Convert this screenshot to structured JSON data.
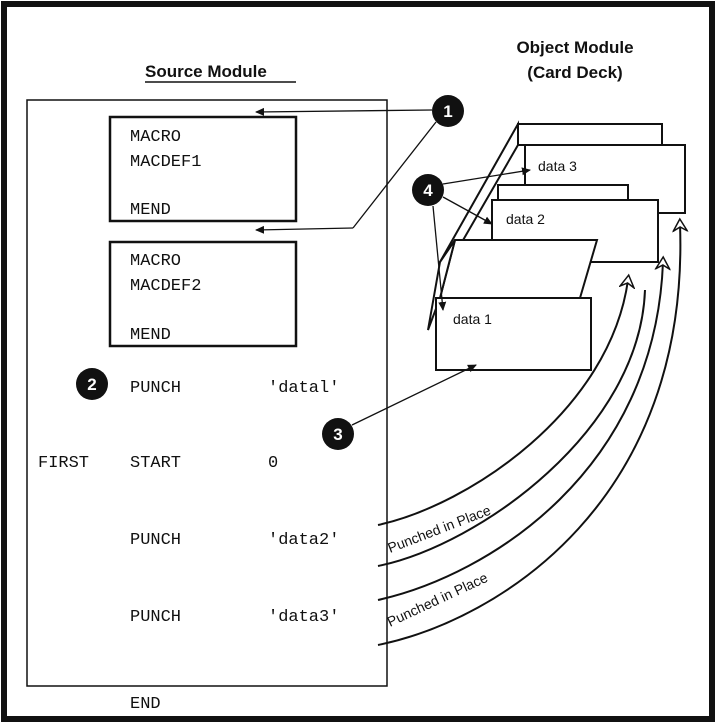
{
  "source_module": {
    "title": "Source Module",
    "macro1": {
      "lines": [
        "MACRO",
        "MACDEF1",
        "MEND"
      ]
    },
    "macro2": {
      "lines": [
        "MACRO",
        "MACDEF2",
        "MEND"
      ]
    },
    "statements": [
      {
        "label": "",
        "op": "PUNCH",
        "operand": "'datal'"
      },
      {
        "label": "FIRST",
        "op": "START",
        "operand": "0"
      },
      {
        "label": "",
        "op": "PUNCH",
        "operand": "'data2'"
      },
      {
        "label": "",
        "op": "PUNCH",
        "operand": "'data3'"
      },
      {
        "label": "",
        "op": "END",
        "operand": ""
      }
    ]
  },
  "object_module": {
    "title_line1": "Object Module",
    "title_line2": "(Card Deck)",
    "cards": [
      "data 3",
      "data 2",
      "data 1"
    ]
  },
  "callouts": [
    "1",
    "2",
    "3",
    "4"
  ],
  "annotations": {
    "punched1": "Punched in Place",
    "punched2": "Punched in Place"
  }
}
